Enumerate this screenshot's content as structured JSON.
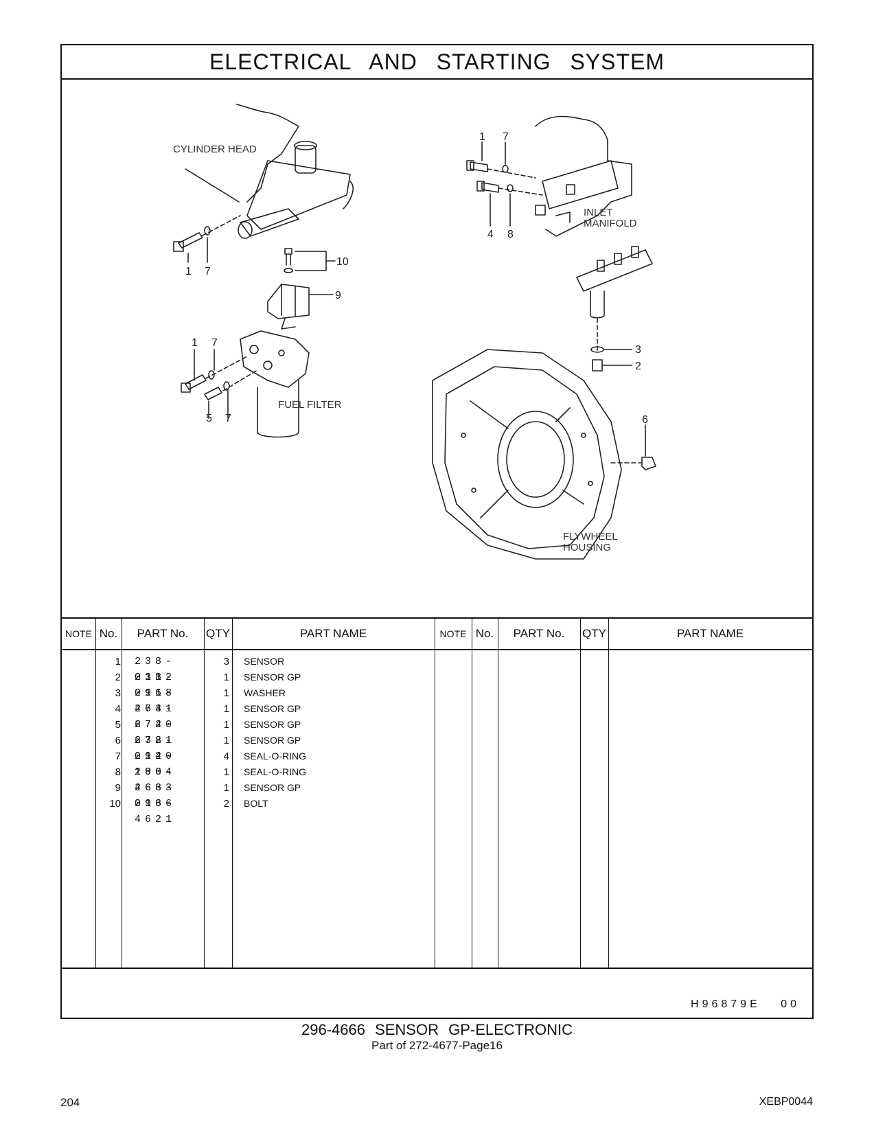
{
  "page": {
    "title": "ELECTRICAL AND STARTING SYSTEM",
    "figure_code": "H96879E 00",
    "caption_main": "296-4666 SENSOR GP-ELECTRONIC",
    "caption_sub": "Part of 272-4677-Page16",
    "page_number": "204",
    "doc_code": "XEBP0044"
  },
  "illustration": {
    "labels": {
      "cylinder_head": "CYLINDER HEAD",
      "fuel_filter": "FUEL FILTER",
      "inlet": "INLET",
      "manifold": "MANIFOLD",
      "flywheel": "FLYWHEEL",
      "housing": "HOUSING"
    },
    "callouts": {
      "a1": "1",
      "a7": "7",
      "b10": "10",
      "b9": "9",
      "c1": "1",
      "c7": "7",
      "c5": "5",
      "c7b": "7",
      "d1": "1",
      "d7": "7",
      "d4": "4",
      "d8": "8",
      "e3": "3",
      "e2": "2",
      "e6": "6"
    }
  },
  "table": {
    "headers": {
      "note": "NOTE",
      "no": "No.",
      "part_no": "PART No.",
      "qty": "QTY",
      "part_name": "PART NAME"
    },
    "rows": [
      {
        "no": "1",
        "part_no": "238-0112",
        "qty": "3",
        "name": "SENSOR"
      },
      {
        "no": "2",
        "part_no": "238-0118",
        "qty": "1",
        "name": "SENSOR GP"
      },
      {
        "no": "3",
        "part_no": "296-4631",
        "qty": "1",
        "name": "WASHER"
      },
      {
        "no": "4",
        "part_no": "274-6720",
        "qty": "1",
        "name": "SENSOR GP"
      },
      {
        "no": "5",
        "part_no": "274-6721",
        "qty": "1",
        "name": "SENSOR GP"
      },
      {
        "no": "6",
        "part_no": "238-0120",
        "qty": "1",
        "name": "SENSOR GP"
      },
      {
        "no": "7",
        "part_no": "294-1804",
        "qty": "4",
        "name": "SEAL-O-RING"
      },
      {
        "no": "8",
        "part_no": "296-4633",
        "qty": "1",
        "name": "SEAL-O-RING"
      },
      {
        "no": "9",
        "part_no": "266-0136",
        "qty": "1",
        "name": "SENSOR GP"
      },
      {
        "no": "10",
        "part_no": "296-4621",
        "qty": "2",
        "name": "BOLT"
      }
    ]
  }
}
